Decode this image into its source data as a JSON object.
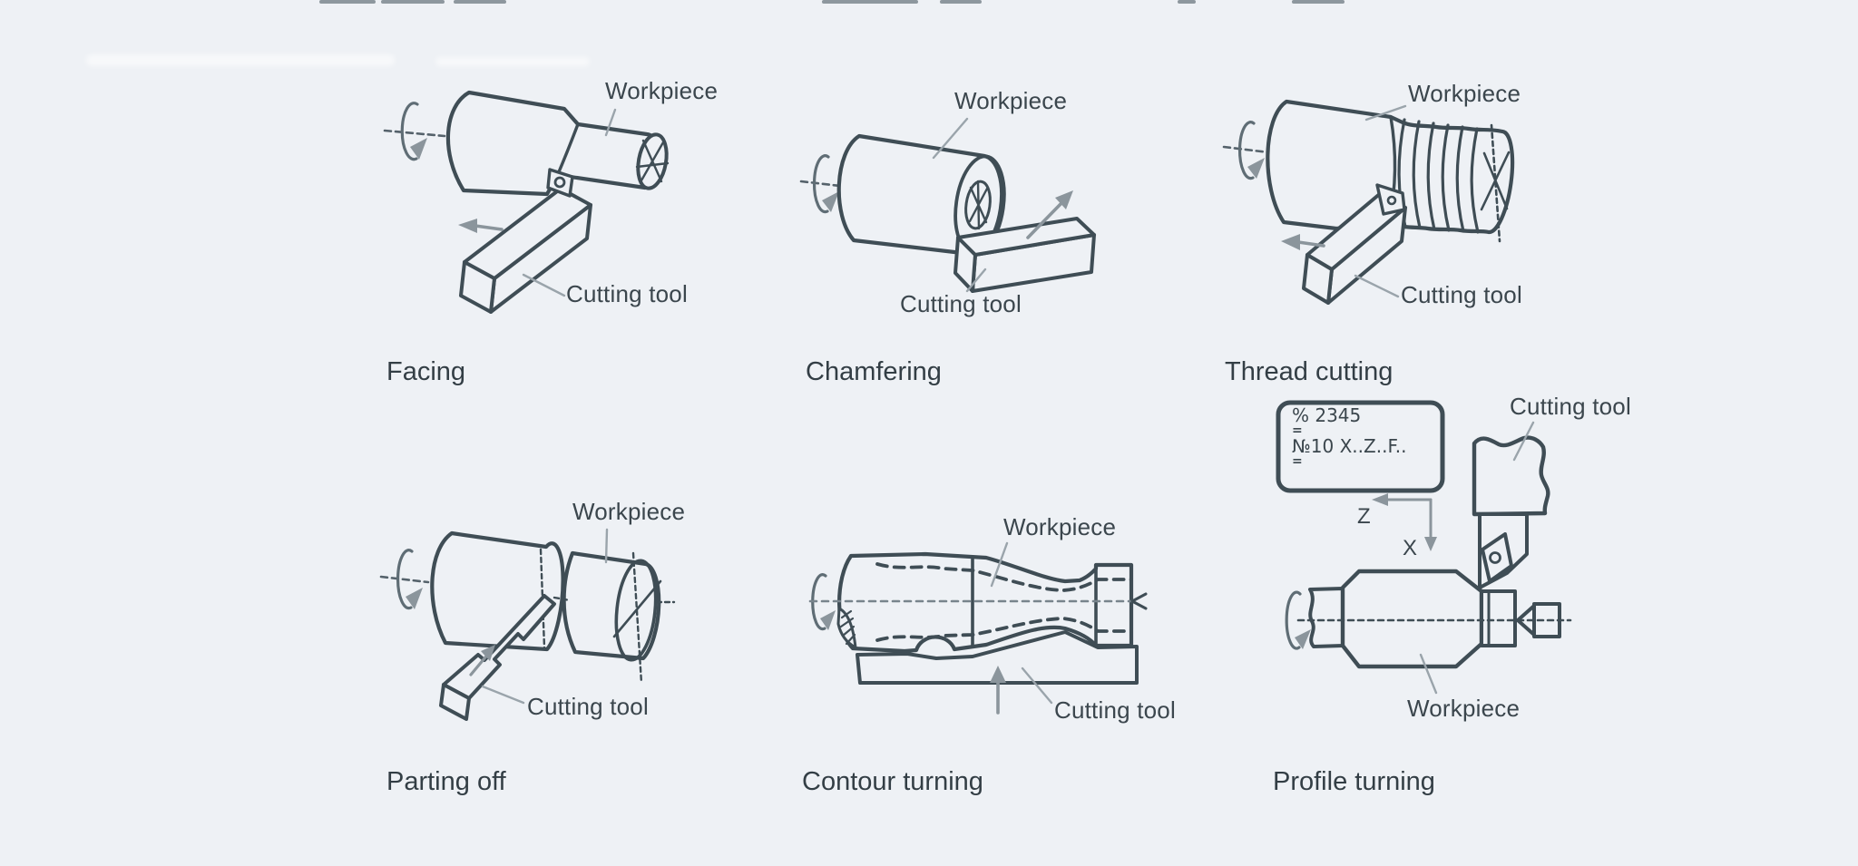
{
  "page": {
    "background": "#eef1f5"
  },
  "colors": {
    "line": "#3f4d55",
    "rotation_arrow": "#5f6d75",
    "feed_arrow": "#8b959c",
    "leader": "#9aa4ab",
    "label_text": "#3b464d",
    "caption_text": "#333e45"
  },
  "diagrams": {
    "facing": {
      "caption": "Facing",
      "workpiece_label": "Workpiece",
      "cutting_tool_label": "Cutting tool"
    },
    "chamfering": {
      "caption": "Chamfering",
      "workpiece_label": "Workpiece",
      "cutting_tool_label": "Cutting tool"
    },
    "thread_cutting": {
      "caption": "Thread cutting",
      "workpiece_label": "Workpiece",
      "cutting_tool_label": "Cutting tool"
    },
    "parting_off": {
      "caption": "Parting off",
      "workpiece_label": "Workpiece",
      "cutting_tool_label": "Cutting tool"
    },
    "contour_turning": {
      "caption": "Contour turning",
      "workpiece_label": "Workpiece",
      "cutting_tool_label": "Cutting tool"
    },
    "profile_turning": {
      "caption": "Profile turning",
      "workpiece_label": "Workpiece",
      "cutting_tool_label": "Cutting tool",
      "axis_z_label": "Z",
      "axis_x_label": "X",
      "cnc_program": {
        "program_number": "% 2345",
        "separator_1": "=",
        "block": "№10 X..Z..F..",
        "separator_2": "="
      }
    }
  }
}
